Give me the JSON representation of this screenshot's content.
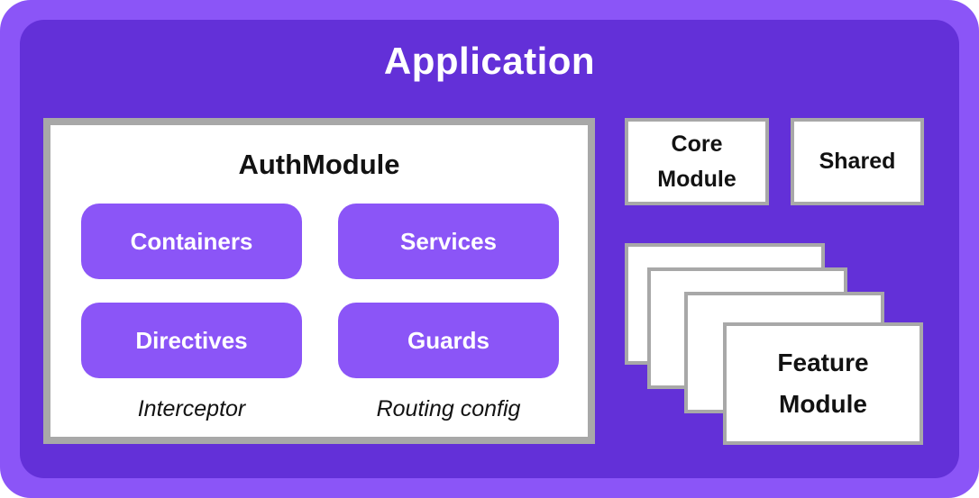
{
  "colors": {
    "frame": "#8B55F7",
    "background": "#6330D8",
    "card_border": "#A8A8A8",
    "card_bg": "#FFFFFF",
    "chip_bg": "#8B55F7",
    "chip_text": "#FFFFFF",
    "title_text": "#FFFFFF",
    "dark_text": "#121212"
  },
  "diagram": {
    "app_label": "Application",
    "auth_module": {
      "title": "AuthModule",
      "chips": [
        {
          "label": "Containers"
        },
        {
          "label": "Services"
        },
        {
          "label": "Directives"
        },
        {
          "label": "Guards"
        }
      ],
      "captions": [
        {
          "label": "Interceptor"
        },
        {
          "label": "Routing config"
        }
      ]
    },
    "side_modules": [
      {
        "label": "Core Module"
      },
      {
        "label": "Shared"
      }
    ],
    "feature_stack": {
      "label": "Feature Module",
      "card_count": 4
    }
  }
}
